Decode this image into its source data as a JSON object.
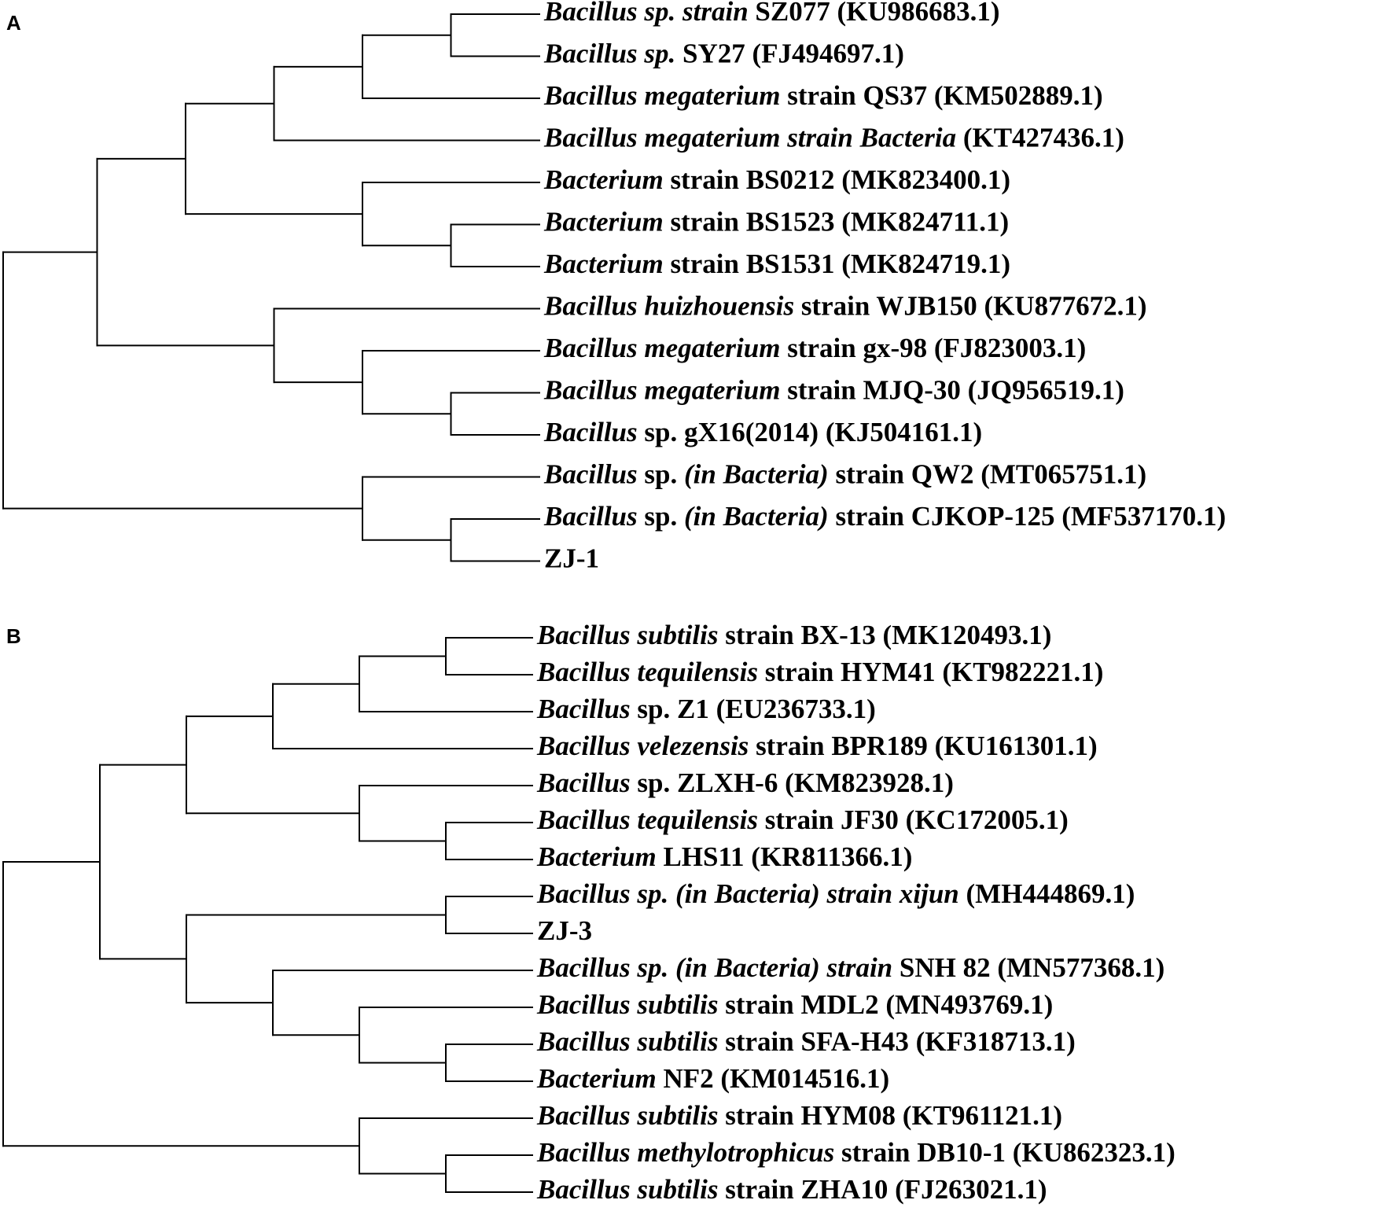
{
  "panels": [
    {
      "id": "A",
      "label": "A",
      "tree": [
        [
          [
            [
              [
                "SZ077",
                "SY27"
              ],
              "QS37"
            ],
            "KT427436"
          ],
          [
            "BS0212",
            [
              "BS1523",
              "BS1531"
            ]
          ]
        ],
        [
          "WJB150",
          [
            "gx98",
            [
              "MJQ30",
              "gX16"
            ]
          ]
        ]
      ],
      "outgroup": [
        "QW2",
        [
          "CJKOP125",
          "ZJ1"
        ]
      ],
      "tips": [
        {
          "id": "SZ077",
          "parts": [
            {
              "text": "Bacillus sp. strain",
              "italic": true
            },
            {
              "text": " SZ077 (KU986683.1)",
              "italic": false
            }
          ]
        },
        {
          "id": "SY27",
          "parts": [
            {
              "text": "Bacillus sp.",
              "italic": true
            },
            {
              "text": " SY27 (FJ494697.1)",
              "italic": false
            }
          ]
        },
        {
          "id": "QS37",
          "parts": [
            {
              "text": "Bacillus megaterium",
              "italic": true
            },
            {
              "text": " strain QS37 (KM502889.1)",
              "italic": false
            }
          ]
        },
        {
          "id": "KT427436",
          "parts": [
            {
              "text": "Bacillus megaterium strain Bacteria",
              "italic": true
            },
            {
              "text": " (KT427436.1)",
              "italic": false
            }
          ]
        },
        {
          "id": "BS0212",
          "parts": [
            {
              "text": "Bacterium",
              "italic": true
            },
            {
              "text": " strain BS0212 (MK823400.1)",
              "italic": false
            }
          ]
        },
        {
          "id": "BS1523",
          "parts": [
            {
              "text": "Bacterium",
              "italic": true
            },
            {
              "text": " strain BS1523 (MK824711.1)",
              "italic": false
            }
          ]
        },
        {
          "id": "BS1531",
          "parts": [
            {
              "text": "Bacterium",
              "italic": true
            },
            {
              "text": " strain BS1531 (MK824719.1)",
              "italic": false
            }
          ]
        },
        {
          "id": "WJB150",
          "parts": [
            {
              "text": "Bacillus huizhouensis",
              "italic": true
            },
            {
              "text": " strain WJB150 (KU877672.1)",
              "italic": false
            }
          ]
        },
        {
          "id": "gx98",
          "parts": [
            {
              "text": "Bacillus megaterium",
              "italic": true
            },
            {
              "text": " strain gx-98 (FJ823003.1)",
              "italic": false
            }
          ]
        },
        {
          "id": "MJQ30",
          "parts": [
            {
              "text": "Bacillus megaterium",
              "italic": true
            },
            {
              "text": " strain MJQ-30 (JQ956519.1)",
              "italic": false
            }
          ]
        },
        {
          "id": "gX16",
          "parts": [
            {
              "text": "Bacillus",
              "italic": true
            },
            {
              "text": " sp. gX16(2014) (KJ504161.1)",
              "italic": false
            }
          ]
        },
        {
          "id": "QW2",
          "parts": [
            {
              "text": "Bacillus",
              "italic": true
            },
            {
              "text": " sp. ",
              "italic": false
            },
            {
              "text": "(in Bacteria)",
              "italic": true
            },
            {
              "text": " strain QW2 (MT065751.1)",
              "italic": false
            }
          ]
        },
        {
          "id": "CJKOP125",
          "parts": [
            {
              "text": "Bacillus",
              "italic": true
            },
            {
              "text": " sp. ",
              "italic": false
            },
            {
              "text": "(in Bacteria)",
              "italic": true
            },
            {
              "text": " strain CJKOP-125 (MF537170.1)",
              "italic": false
            }
          ]
        },
        {
          "id": "ZJ1",
          "parts": [
            {
              "text": "ZJ-1",
              "italic": false
            }
          ]
        }
      ]
    },
    {
      "id": "B",
      "label": "B",
      "tree": [
        [
          [
            [
              [
                "BX13",
                "HYM41"
              ],
              "Z1"
            ],
            "BPR189"
          ],
          [
            "ZLXH6",
            [
              "JF30",
              "LHS11"
            ]
          ]
        ],
        [
          [
            "xijun",
            "ZJ3"
          ],
          [
            "SNH82",
            [
              "MDL2",
              [
                "SFAH43",
                "NF2"
              ]
            ]
          ]
        ]
      ],
      "outgroup": [
        "HYM08",
        [
          "DB101",
          "ZHA10"
        ]
      ],
      "tips": [
        {
          "id": "BX13",
          "parts": [
            {
              "text": "Bacillus subtilis",
              "italic": true
            },
            {
              "text": " strain BX-13 (MK120493.1)",
              "italic": false
            }
          ]
        },
        {
          "id": "HYM41",
          "parts": [
            {
              "text": "Bacillus tequilensis",
              "italic": true
            },
            {
              "text": " strain HYM41 (KT982221.1)",
              "italic": false
            }
          ]
        },
        {
          "id": "Z1",
          "parts": [
            {
              "text": "Bacillus",
              "italic": true
            },
            {
              "text": " sp. Z1 (EU236733.1)",
              "italic": false
            }
          ]
        },
        {
          "id": "BPR189",
          "parts": [
            {
              "text": "Bacillus velezensis",
              "italic": true
            },
            {
              "text": " strain BPR189 (KU161301.1)",
              "italic": false
            }
          ]
        },
        {
          "id": "ZLXH6",
          "parts": [
            {
              "text": "Bacillus",
              "italic": true
            },
            {
              "text": " sp. ZLXH-6 (KM823928.1)",
              "italic": false
            }
          ]
        },
        {
          "id": "JF30",
          "parts": [
            {
              "text": "Bacillus tequilensis",
              "italic": true
            },
            {
              "text": " strain JF30 (KC172005.1)",
              "italic": false
            }
          ]
        },
        {
          "id": "LHS11",
          "parts": [
            {
              "text": "Bacterium",
              "italic": true
            },
            {
              "text": " LHS11 (KR811366.1)",
              "italic": false
            }
          ]
        },
        {
          "id": "xijun",
          "parts": [
            {
              "text": "Bacillus sp. (in Bacteria) strain xijun",
              "italic": true
            },
            {
              "text": " (MH444869.1)",
              "italic": false
            }
          ]
        },
        {
          "id": "ZJ3",
          "parts": [
            {
              "text": "ZJ-3",
              "italic": false
            }
          ]
        },
        {
          "id": "SNH82",
          "parts": [
            {
              "text": "Bacillus sp. (in Bacteria) strain",
              "italic": true
            },
            {
              "text": " SNH 82 (MN577368.1)",
              "italic": false
            }
          ]
        },
        {
          "id": "MDL2",
          "parts": [
            {
              "text": "Bacillus subtilis",
              "italic": true
            },
            {
              "text": " strain MDL2 (MN493769.1)",
              "italic": false
            }
          ]
        },
        {
          "id": "SFAH43",
          "parts": [
            {
              "text": "Bacillus subtilis",
              "italic": true
            },
            {
              "text": " strain SFA-H43 (KF318713.1)",
              "italic": false
            }
          ]
        },
        {
          "id": "NF2",
          "parts": [
            {
              "text": "Bacterium",
              "italic": true
            },
            {
              "text": " NF2 (KM014516.1)",
              "italic": false
            }
          ]
        },
        {
          "id": "HYM08",
          "parts": [
            {
              "text": "Bacillus subtilis",
              "italic": true
            },
            {
              "text": " strain HYM08 (KT961121.1)",
              "italic": false
            }
          ]
        },
        {
          "id": "DB101",
          "parts": [
            {
              "text": "Bacillus methylotrophicus",
              "italic": true
            },
            {
              "text": " strain DB10-1 (KU862323.1)",
              "italic": false
            }
          ]
        },
        {
          "id": "ZHA10",
          "parts": [
            {
              "text": "Bacillus subtilis",
              "italic": true
            },
            {
              "text": " strain ZHA10 (FJ263021.1)",
              "italic": false
            }
          ]
        }
      ]
    }
  ]
}
